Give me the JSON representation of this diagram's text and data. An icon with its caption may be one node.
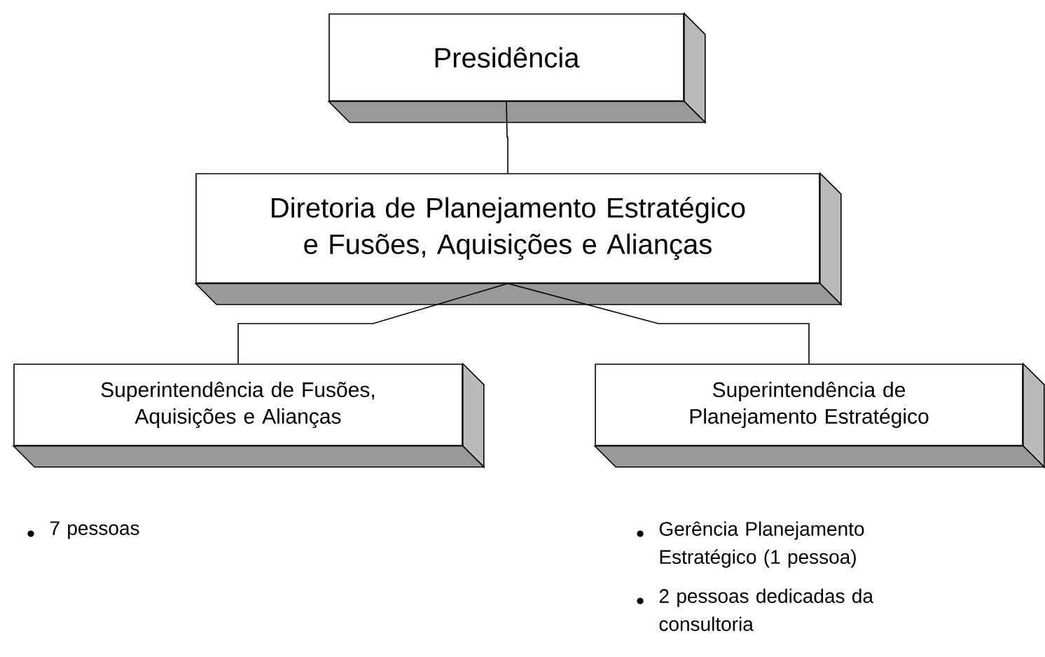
{
  "diagram": {
    "nodes": [
      {
        "text": [
          "Presidência"
        ]
      },
      {
        "text": [
          "Diretoria de Planejamento Estratégico e Fusões, Aquisições e Alianças"
        ]
      },
      {
        "text": [
          "Superintendência de Fusões, Aquisições e Alianças"
        ],
        "beside": [
          "7 pessoas"
        ]
      },
      {
        "text": [
          "Superintendência de Planejamento Estratégico"
        ],
        "beside": [
          "Gerência Planejamento Estratégico (1 pessoa)",
          "2 pessoas dedicadas da consultoria"
        ]
      }
    ],
    "edges": [
      {
        "from": 0,
        "to": 1,
        "arrow": "none"
      },
      {
        "from": 1,
        "to": 2,
        "arrow": "none"
      },
      {
        "from": 1,
        "to": 3,
        "arrow": "none"
      }
    ]
  }
}
